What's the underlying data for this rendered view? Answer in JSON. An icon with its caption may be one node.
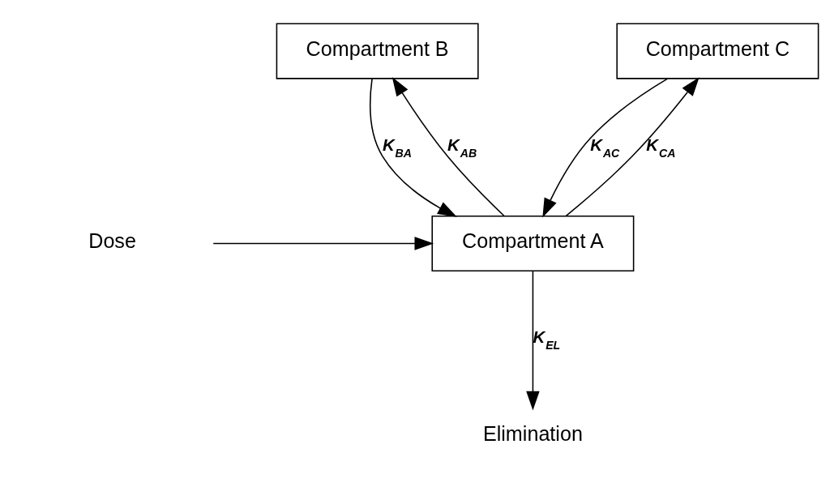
{
  "diagram": {
    "nodes": [
      {
        "text": [
          "Compartment B"
        ]
      },
      {
        "text": [
          "Compartment C"
        ]
      },
      {
        "text": [
          "Compartment A"
        ]
      },
      {
        "text": [
          "Dose"
        ]
      },
      {
        "text": [
          "Elimination"
        ]
      }
    ],
    "edges": [
      {
        "from": 2,
        "to": 0,
        "arrow": "to",
        "label": "K$_{AB}$"
      },
      {
        "from": 0,
        "to": 2,
        "arrow": "to",
        "label": "K$_{BA}$"
      },
      {
        "from": 1,
        "to": 2,
        "arrow": "to",
        "label": "K$_{AC}$"
      },
      {
        "from": 2,
        "to": 1,
        "arrow": "to",
        "label": "K$_{CA}$"
      },
      {
        "from": 3,
        "to": 2,
        "arrow": "to"
      },
      {
        "from": 2,
        "to": 4,
        "arrow": "to",
        "label": "K$_{EL}$"
      }
    ]
  }
}
